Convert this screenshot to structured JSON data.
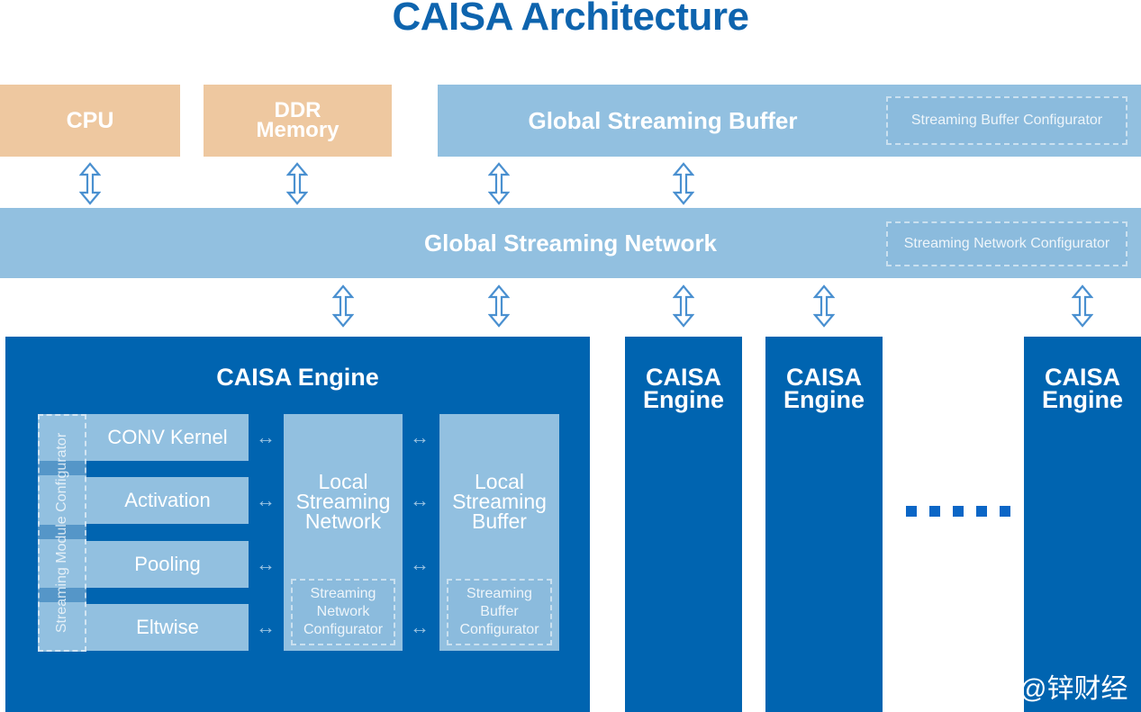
{
  "title": "CAISA Architecture",
  "top_row": {
    "cpu": "CPU",
    "ddr": [
      "DDR",
      "Memory"
    ],
    "global_buffer": {
      "label": "Global Streaming Buffer",
      "configurator": "Streaming Buffer Configurator"
    }
  },
  "global_network": {
    "label": "Global Streaming Network",
    "configurator": "Streaming Network Configurator"
  },
  "main_engine": {
    "title": "CAISA Engine",
    "module_configurator": "Streaming Module Configurator",
    "modules": [
      "CONV Kernel",
      "Activation",
      "Pooling",
      "Eltwise"
    ],
    "local_network": {
      "label": [
        "Local",
        "Streaming",
        "Network"
      ],
      "configurator": [
        "Streaming",
        "Network",
        "Configurator"
      ]
    },
    "local_buffer": {
      "label": [
        "Local",
        "Streaming",
        "Buffer"
      ],
      "configurator": [
        "Streaming",
        "Buffer",
        "Configurator"
      ]
    },
    "connector_symbol": "↔"
  },
  "other_engines": [
    {
      "title": [
        "CAISA",
        "Engine"
      ]
    },
    {
      "title": [
        "CAISA",
        "Engine"
      ]
    },
    {
      "title": [
        "CAISA",
        "Engine"
      ]
    }
  ],
  "ellipsis_dot_count": 5,
  "watermark": "@锌财经",
  "colors": {
    "title": "#0E64AE",
    "tan": "#EEC8A0",
    "light_blue": "#92C0E0",
    "engine_blue": "#0064B0",
    "arrow_blue": "#4A90D0",
    "dot_blue": "#0B66C6"
  }
}
